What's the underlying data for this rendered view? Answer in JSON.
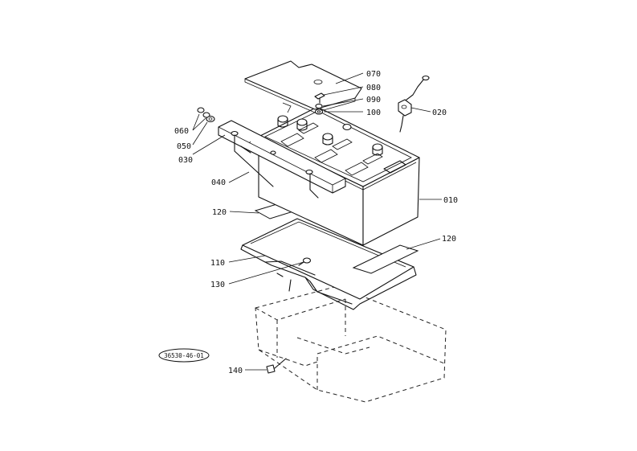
{
  "diagram": {
    "reference_code": "36530-46-01",
    "part_labels": {
      "p010": "010",
      "p020": "020",
      "p030": "030",
      "p040": "040",
      "p050": "050",
      "p060": "060",
      "p070": "070",
      "p080": "080",
      "p090": "090",
      "p100": "100",
      "p110": "110",
      "p120a": "120",
      "p120b": "120",
      "p130": "130",
      "p140": "140"
    }
  }
}
